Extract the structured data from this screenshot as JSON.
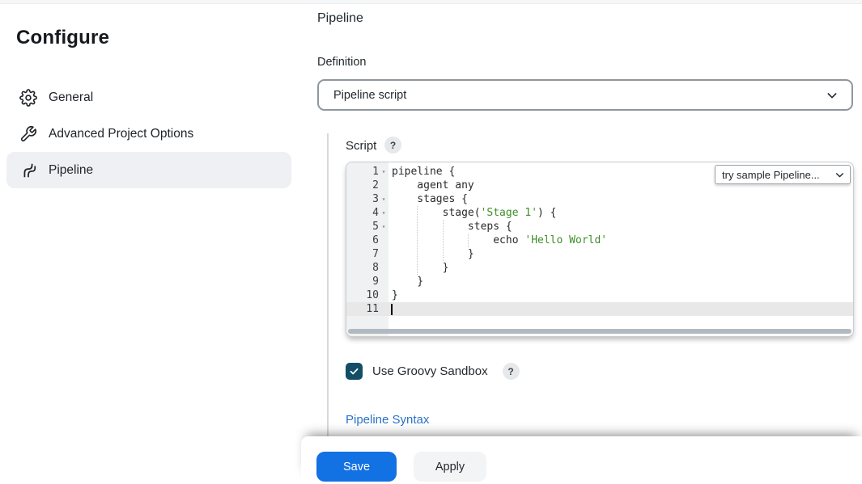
{
  "sidebar": {
    "title": "Configure",
    "items": [
      {
        "label": "General",
        "icon": "gear-icon",
        "selected": false
      },
      {
        "label": "Advanced Project Options",
        "icon": "wrench-icon",
        "selected": false
      },
      {
        "label": "Pipeline",
        "icon": "pipeline-icon",
        "selected": true
      }
    ]
  },
  "main": {
    "heading": "Pipeline",
    "definition": {
      "label": "Definition",
      "value": "Pipeline script"
    },
    "script": {
      "label": "Script",
      "help": "?",
      "sample_dropdown": "try sample Pipeline...",
      "editor": {
        "active_line": 11,
        "lines": [
          {
            "num": 1,
            "fold": true,
            "segments": [
              {
                "text": "pipeline {",
                "type": "plain"
              }
            ]
          },
          {
            "num": 2,
            "fold": false,
            "segments": [
              {
                "text": "    agent any",
                "type": "plain"
              }
            ]
          },
          {
            "num": 3,
            "fold": true,
            "segments": [
              {
                "text": "    stages {",
                "type": "plain"
              }
            ]
          },
          {
            "num": 4,
            "fold": true,
            "segments": [
              {
                "text": "        stage(",
                "type": "plain"
              },
              {
                "text": "'Stage 1'",
                "type": "string"
              },
              {
                "text": ") {",
                "type": "plain"
              }
            ]
          },
          {
            "num": 5,
            "fold": true,
            "segments": [
              {
                "text": "            steps {",
                "type": "plain"
              }
            ]
          },
          {
            "num": 6,
            "fold": false,
            "segments": [
              {
                "text": "                echo ",
                "type": "plain"
              },
              {
                "text": "'Hello World'",
                "type": "string"
              }
            ]
          },
          {
            "num": 7,
            "fold": false,
            "segments": [
              {
                "text": "            }",
                "type": "plain"
              }
            ]
          },
          {
            "num": 8,
            "fold": false,
            "segments": [
              {
                "text": "        }",
                "type": "plain"
              }
            ]
          },
          {
            "num": 9,
            "fold": false,
            "segments": [
              {
                "text": "    }",
                "type": "plain"
              }
            ]
          },
          {
            "num": 10,
            "fold": false,
            "segments": [
              {
                "text": "}",
                "type": "plain"
              }
            ]
          },
          {
            "num": 11,
            "fold": false,
            "segments": []
          }
        ]
      }
    },
    "sandbox": {
      "label": "Use Groovy Sandbox",
      "checked": true,
      "help": "?"
    },
    "syntax_link": "Pipeline Syntax"
  },
  "footer": {
    "save": "Save",
    "apply": "Apply"
  },
  "colors": {
    "accent_blue": "#1271e3",
    "link_blue": "#2a73c5",
    "checkbox_teal": "#134e66",
    "string_green": "#3f8f29",
    "selected_item_bg": "#eef0f3",
    "gutter_bg": "#f0f1f2",
    "active_line_bg": "#e8e8e8",
    "scrollbar": "#b2bac1"
  }
}
